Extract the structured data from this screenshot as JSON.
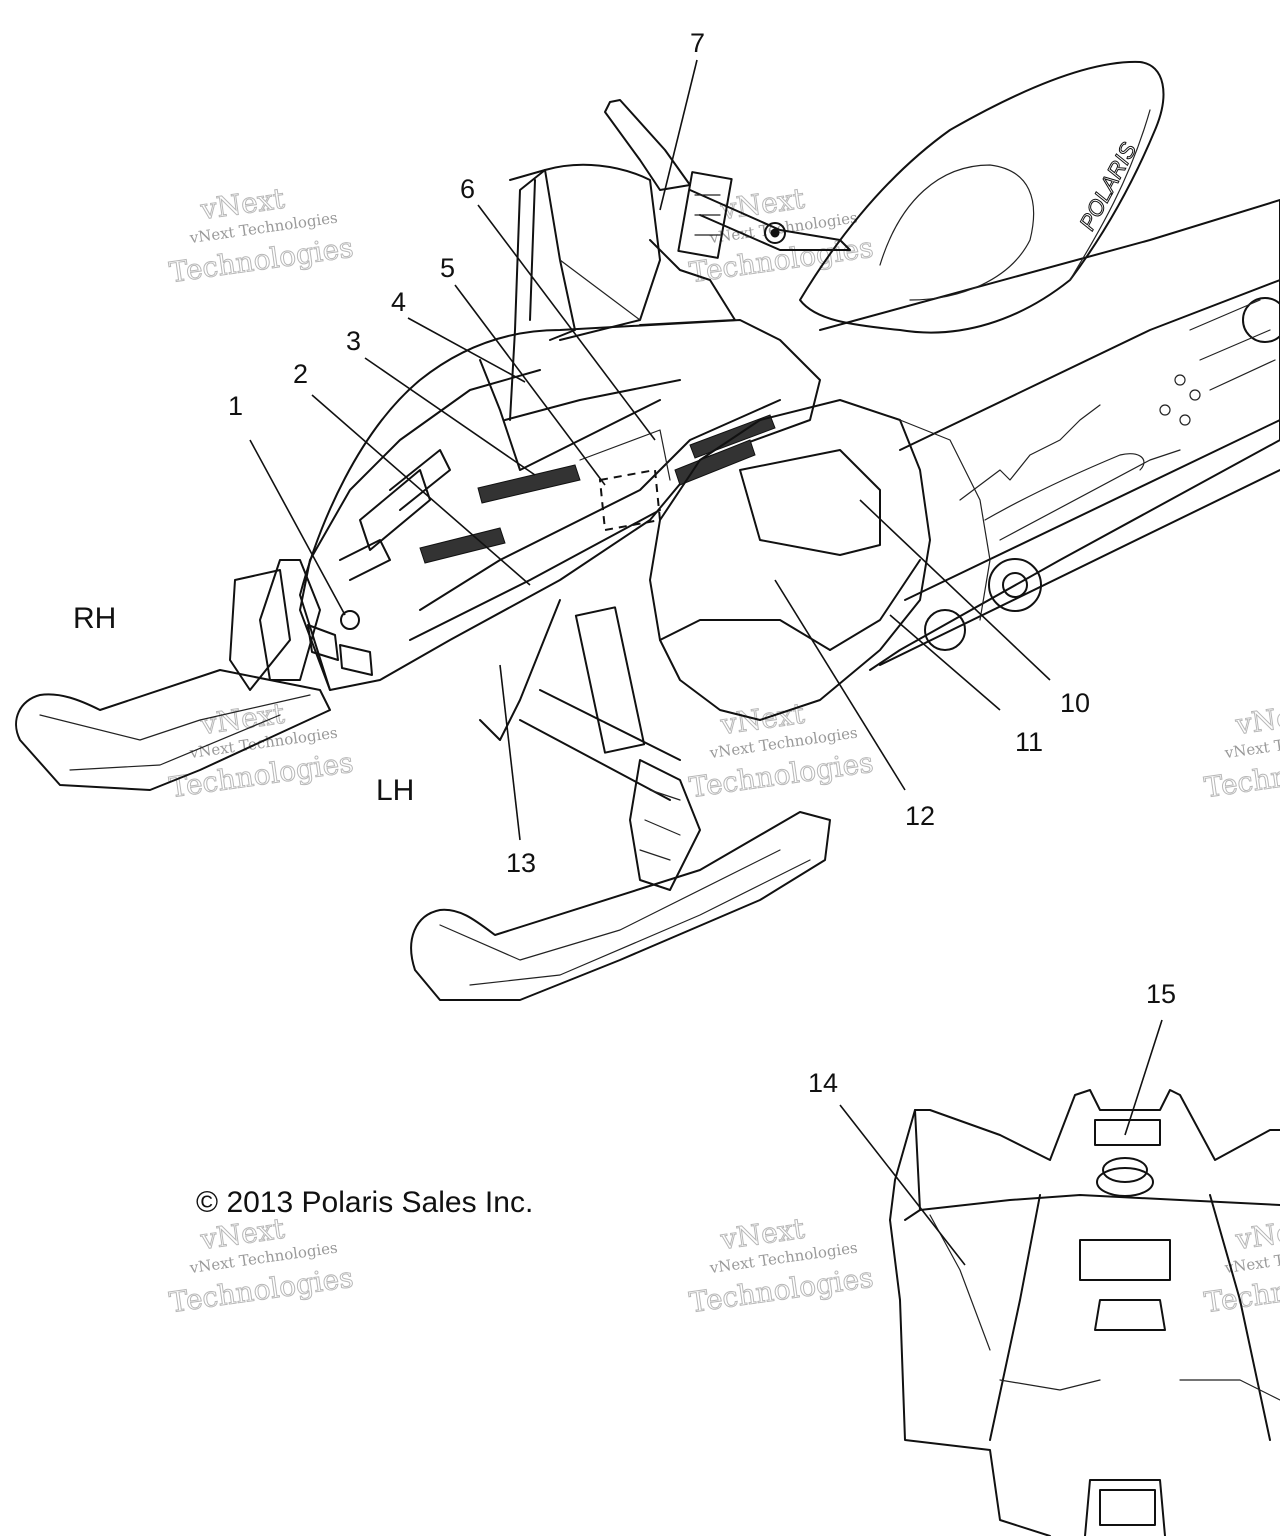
{
  "side_labels": {
    "rh": "RH",
    "lh": "LH"
  },
  "copyright": "© 2013 Polaris Sales Inc.",
  "brand_on_seat": "POLARIS",
  "watermark": {
    "line1": "vNext",
    "line2": "vNext Technologies",
    "line3": "Technologies"
  },
  "callouts": [
    {
      "id": "1",
      "label": "1"
    },
    {
      "id": "2",
      "label": "2"
    },
    {
      "id": "3",
      "label": "3"
    },
    {
      "id": "4",
      "label": "4"
    },
    {
      "id": "5",
      "label": "5"
    },
    {
      "id": "6",
      "label": "6"
    },
    {
      "id": "7",
      "label": "7"
    },
    {
      "id": "10",
      "label": "10"
    },
    {
      "id": "11",
      "label": "11"
    },
    {
      "id": "12",
      "label": "12"
    },
    {
      "id": "13",
      "label": "13"
    },
    {
      "id": "14",
      "label": "14"
    },
    {
      "id": "15",
      "label": "15"
    }
  ]
}
